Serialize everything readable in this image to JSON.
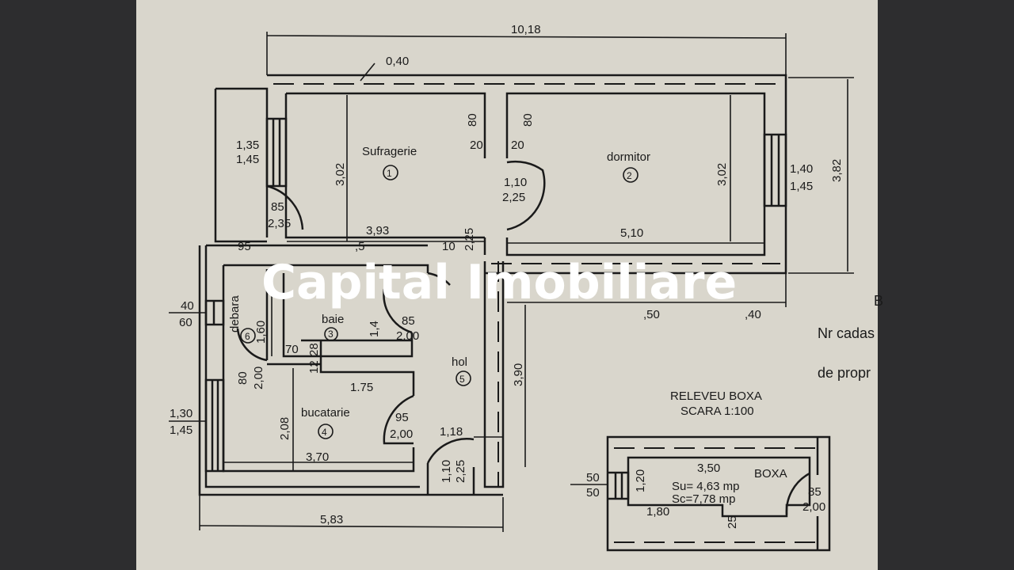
{
  "watermark": "Capital Imobiliare",
  "plan": {
    "total_width": "10,18",
    "wall": "0,40",
    "balcony_window": [
      "1,35",
      "1,45"
    ],
    "sufragerie": {
      "name": "Sufragerie",
      "num": "1",
      "height": "3,02",
      "width": "3,93"
    },
    "wall_80a": "80",
    "wall_20a": "20",
    "wall_80b": "80",
    "wall_20b": "20",
    "door_suf": [
      "1,10",
      "2,25"
    ],
    "dormitor": {
      "name": "dormitor",
      "num": "2",
      "height": "3,02",
      "width": "5,10"
    },
    "dorm_window": [
      "1,40",
      "1,45"
    ],
    "total_height": "3,82",
    "balcony_door": [
      "85",
      "2,35"
    ],
    "hall_door": [
      "10",
      "2,25"
    ],
    "debara_95": "95",
    "baie_top": ",5",
    "debara_window": [
      "40",
      "60"
    ],
    "debara": {
      "name": "debara",
      "num": "6",
      "height": "1,60"
    },
    "baie": {
      "name": "baie",
      "num": "3",
      "height": "1,4"
    },
    "baie_door": [
      "85",
      "2,00"
    ],
    "dim_50": ",50",
    "dim_40": ",40",
    "dim_70": "70",
    "dim_28": "28",
    "dim_12": "12",
    "hol": {
      "name": "hol",
      "num": "5",
      "height": "3,90"
    },
    "debara_door": [
      "80",
      "2,00"
    ],
    "dim_175": "1.75",
    "bucatarie": {
      "name": "bucatarie",
      "num": "4",
      "height": "2,08",
      "width": "3,70"
    },
    "kitchen_door": [
      "95",
      "2,00"
    ],
    "dim_118": "1,18",
    "kitchen_window": [
      "1,30",
      "1,45"
    ],
    "entry_door": [
      "1,10",
      "2,25"
    ],
    "bottom_width": "5,83"
  },
  "side_text": [
    "B",
    "Nr cadas",
    "de propr"
  ],
  "boxa": {
    "title": "RELEVEU BOXA",
    "scale": "SCARA 1:100",
    "name": "BOXA",
    "width": "3,50",
    "height": "1,20",
    "su": "Su= 4,63 mp",
    "sc": "Sc=7,78 mp",
    "dim_180": "1,80",
    "dim_25": "25",
    "window": [
      "50",
      "50"
    ],
    "door": [
      "85",
      "2,00"
    ]
  }
}
